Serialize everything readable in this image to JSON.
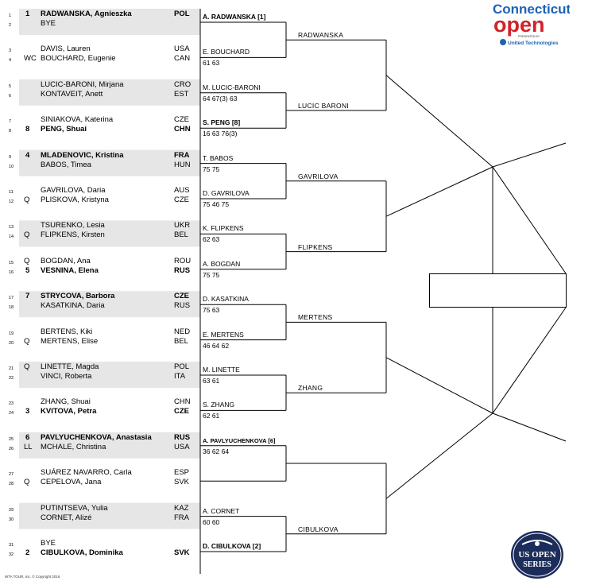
{
  "draw": [
    {
      "seed": "1",
      "entry": "",
      "name": "RADWANSKA, Agnieszka",
      "country": "POL",
      "bold": true
    },
    {
      "seed": "",
      "entry": "",
      "name": "BYE",
      "country": "",
      "bold": false
    },
    {
      "seed": "",
      "entry": "",
      "name": "DAVIS, Lauren",
      "country": "USA",
      "bold": false
    },
    {
      "seed": "",
      "entry": "WC",
      "name": "BOUCHARD, Eugenie",
      "country": "CAN",
      "bold": false
    },
    {
      "seed": "",
      "entry": "",
      "name": "LUCIC-BARONI, Mirjana",
      "country": "CRO",
      "bold": false
    },
    {
      "seed": "",
      "entry": "",
      "name": "KONTAVEIT, Anett",
      "country": "EST",
      "bold": false
    },
    {
      "seed": "",
      "entry": "",
      "name": "SINIAKOVA, Katerina",
      "country": "CZE",
      "bold": false
    },
    {
      "seed": "8",
      "entry": "",
      "name": "PENG, Shuai",
      "country": "CHN",
      "bold": true
    },
    {
      "seed": "4",
      "entry": "",
      "name": "MLADENOVIC, Kristina",
      "country": "FRA",
      "bold": true
    },
    {
      "seed": "",
      "entry": "",
      "name": "BABOS, Timea",
      "country": "HUN",
      "bold": false
    },
    {
      "seed": "",
      "entry": "",
      "name": "GAVRILOVA, Daria",
      "country": "AUS",
      "bold": false
    },
    {
      "seed": "",
      "entry": "Q",
      "name": "PLISKOVA, Kristyna",
      "country": "CZE",
      "bold": false
    },
    {
      "seed": "",
      "entry": "",
      "name": "TSURENKO, Lesia",
      "country": "UKR",
      "bold": false
    },
    {
      "seed": "",
      "entry": "Q",
      "name": "FLIPKENS, Kirsten",
      "country": "BEL",
      "bold": false
    },
    {
      "seed": "",
      "entry": "Q",
      "name": "BOGDAN, Ana",
      "country": "ROU",
      "bold": false
    },
    {
      "seed": "5",
      "entry": "",
      "name": "VESNINA, Elena",
      "country": "RUS",
      "bold": true
    },
    {
      "seed": "7",
      "entry": "",
      "name": "STRYCOVA, Barbora",
      "country": "CZE",
      "bold": true
    },
    {
      "seed": "",
      "entry": "",
      "name": "KASATKINA, Daria",
      "country": "RUS",
      "bold": false
    },
    {
      "seed": "",
      "entry": "",
      "name": "BERTENS, Kiki",
      "country": "NED",
      "bold": false
    },
    {
      "seed": "",
      "entry": "Q",
      "name": "MERTENS, Elise",
      "country": "BEL",
      "bold": false
    },
    {
      "seed": "",
      "entry": "Q",
      "name": "LINETTE, Magda",
      "country": "POL",
      "bold": false
    },
    {
      "seed": "",
      "entry": "",
      "name": "VINCI, Roberta",
      "country": "ITA",
      "bold": false
    },
    {
      "seed": "",
      "entry": "",
      "name": "ZHANG, Shuai",
      "country": "CHN",
      "bold": false
    },
    {
      "seed": "3",
      "entry": "",
      "name": "KVITOVA, Petra",
      "country": "CZE",
      "bold": true
    },
    {
      "seed": "6",
      "entry": "",
      "name": "PAVLYUCHENKOVA, Anastasia",
      "country": "RUS",
      "bold": true
    },
    {
      "seed": "",
      "entry": "LL",
      "name": "MCHALE, Christina",
      "country": "USA",
      "bold": false
    },
    {
      "seed": "",
      "entry": "",
      "name": "SUÁREZ NAVARRO, Carla",
      "country": "ESP",
      "bold": false
    },
    {
      "seed": "",
      "entry": "Q",
      "name": "CEPELOVA, Jana",
      "country": "SVK",
      "bold": false
    },
    {
      "seed": "",
      "entry": "",
      "name": "PUTINTSEVA, Yulia",
      "country": "KAZ",
      "bold": false
    },
    {
      "seed": "",
      "entry": "",
      "name": "CORNET, Alizé",
      "country": "FRA",
      "bold": false
    },
    {
      "seed": "",
      "entry": "",
      "name": "BYE",
      "country": "",
      "bold": false
    },
    {
      "seed": "2",
      "entry": "",
      "name": "CIBULKOVA, Dominika",
      "country": "SVK",
      "bold": true
    }
  ],
  "round1": [
    {
      "winner": "A. RADWANSKA [1]",
      "score": "",
      "bold": true
    },
    {
      "winner": "E. BOUCHARD",
      "score": "61 63",
      "bold": false
    },
    {
      "winner": "M. LUCIC-BARONI",
      "score": "64 67(3) 63",
      "bold": false
    },
    {
      "winner": "S. PENG [8]",
      "score": "16 63 76(3)",
      "bold": true
    },
    {
      "winner": "T. BABOS",
      "score": "75 75",
      "bold": false
    },
    {
      "winner": "D. GAVRILOVA",
      "score": "75 46 75",
      "bold": false
    },
    {
      "winner": "K. FLIPKENS",
      "score": "62 63",
      "bold": false
    },
    {
      "winner": "A. BOGDAN",
      "score": "75 75",
      "bold": false
    },
    {
      "winner": "D. KASATKINA",
      "score": "75 63",
      "bold": false
    },
    {
      "winner": "E. MERTENS",
      "score": "46 64 62",
      "bold": false
    },
    {
      "winner": "M. LINETTE",
      "score": "63 61",
      "bold": false
    },
    {
      "winner": "S. ZHANG",
      "score": "62 61",
      "bold": false
    },
    {
      "winner": "A. PAVLYUCHENKOVA [6]",
      "score": "36 62 64",
      "bold": true
    },
    {
      "winner": "",
      "score": "",
      "bold": false
    },
    {
      "winner": "A. CORNET",
      "score": "60 60",
      "bold": false
    },
    {
      "winner": "D. CIBULKOVA [2]",
      "score": "",
      "bold": true
    }
  ],
  "round2": [
    "RADWANSKA",
    "LUCIC BARONI",
    "GAVRILOVA",
    "FLIPKENS",
    "MERTENS",
    "ZHANG",
    "",
    "CIBULKOVA"
  ],
  "footer": "WTA TOUR, Inc. © Copyright 2016",
  "logos": {
    "connecticut_word": "Connecticut",
    "open_word": "open",
    "presented_by": "PRESENTED BY",
    "sponsor": "United Technologies",
    "usopen_line1": "US OPEN",
    "usopen_line2": "SERIES"
  },
  "colors": {
    "shade": "#e6e6e6",
    "connecticut_blue": "#1e63b3",
    "open_red": "#d2232a",
    "usopen_navy": "#1c2c5b"
  }
}
